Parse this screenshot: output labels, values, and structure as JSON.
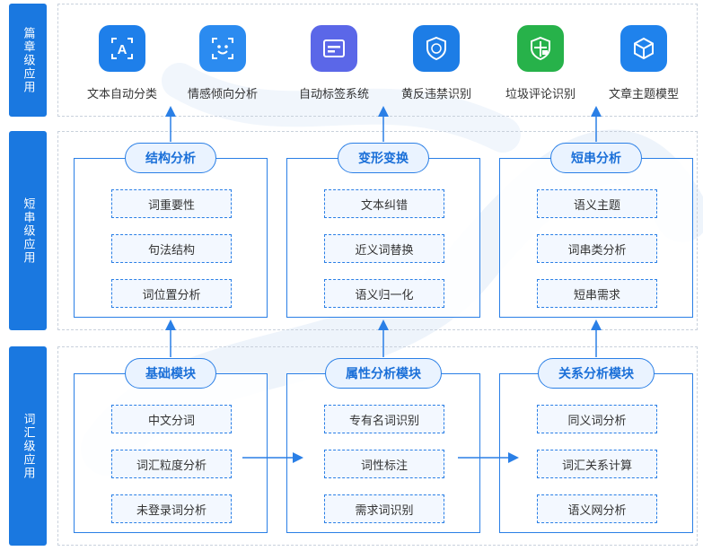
{
  "levels": {
    "article": "篇章级应用",
    "short": "短串级应用",
    "lexical": "词汇级应用"
  },
  "apps": [
    {
      "label": "文本自动分类",
      "icon": "text-classify-icon",
      "color": "#1e7fea"
    },
    {
      "label": "情感倾向分析",
      "icon": "emotion-face-icon",
      "color": "#2b8bf0"
    },
    {
      "label": "自动标签系统",
      "icon": "tag-system-icon",
      "color": "#5b67e8"
    },
    {
      "label": "黄反违禁识别",
      "icon": "shield-badge-icon",
      "color": "#1d7de6"
    },
    {
      "label": "垃圾评论识别",
      "icon": "spam-shield-icon",
      "color": "#27b24a"
    },
    {
      "label": "文章主题模型",
      "icon": "cube-icon",
      "color": "#1f82ec"
    }
  ],
  "short_modules": [
    {
      "title": "结构分析",
      "items": [
        "词重要性",
        "句法结构",
        "词位置分析"
      ]
    },
    {
      "title": "变形变换",
      "items": [
        "文本纠错",
        "近义词替换",
        "语义归一化"
      ]
    },
    {
      "title": "短串分析",
      "items": [
        "语义主题",
        "词串类分析",
        "短串需求"
      ]
    }
  ],
  "lexical_modules": [
    {
      "title": "基础模块",
      "items": [
        "中文分词",
        "词汇粒度分析",
        "未登录词分析"
      ]
    },
    {
      "title": "属性分析模块",
      "items": [
        "专有名词识别",
        "词性标注",
        "需求词识别"
      ]
    },
    {
      "title": "关系分析模块",
      "items": [
        "同义词分析",
        "词汇关系计算",
        "语义网分析"
      ]
    }
  ],
  "colors": {
    "accent": "#2a7fe6",
    "level_bg": "#1a78e0",
    "green": "#27b24a"
  }
}
